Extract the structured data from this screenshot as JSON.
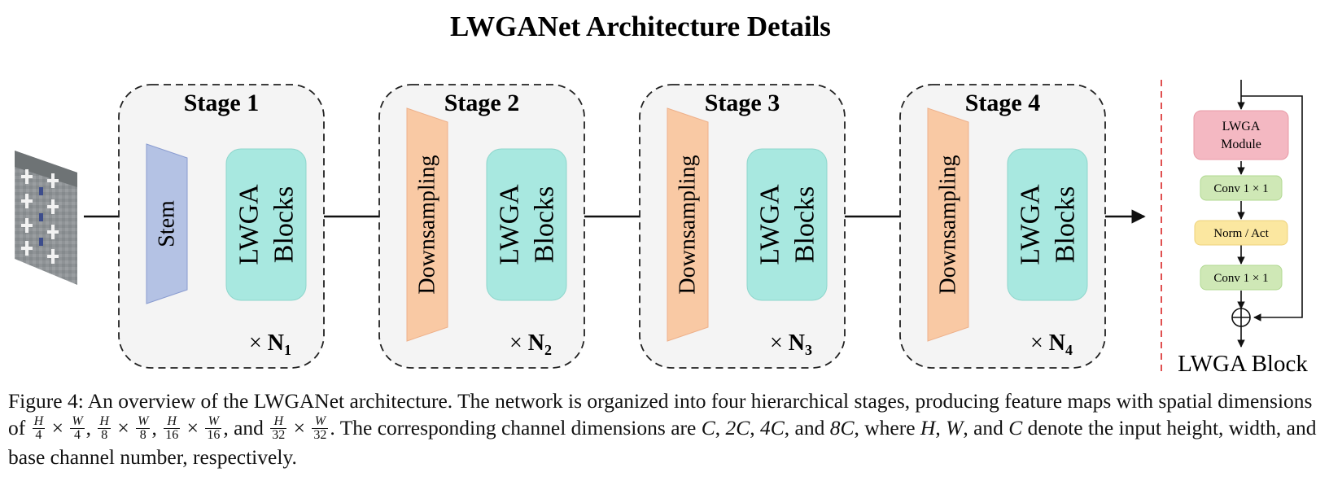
{
  "title": "LWGANet Architecture Details",
  "stages": [
    {
      "label": "Stage 1",
      "first_block": "Stem",
      "blocks_line1": "LWGA",
      "blocks_line2": "Blocks",
      "repeat_prefix": "× ",
      "repeat_symbol": "N",
      "repeat_sub": "1"
    },
    {
      "label": "Stage 2",
      "first_block": "Downsampling",
      "blocks_line1": "LWGA",
      "blocks_line2": "Blocks",
      "repeat_prefix": "× ",
      "repeat_symbol": "N",
      "repeat_sub": "2"
    },
    {
      "label": "Stage 3",
      "first_block": "Downsampling",
      "blocks_line1": "LWGA",
      "blocks_line2": "Blocks",
      "repeat_prefix": "× ",
      "repeat_symbol": "N",
      "repeat_sub": "3"
    },
    {
      "label": "Stage 4",
      "first_block": "Downsampling",
      "blocks_line1": "LWGA",
      "blocks_line2": "Blocks",
      "repeat_prefix": "× ",
      "repeat_symbol": "N",
      "repeat_sub": "4"
    }
  ],
  "block_detail": {
    "module_line1": "LWGA",
    "module_line2": "Module",
    "conv1": "Conv 1 × 1",
    "norm": "Norm / Act",
    "conv2": "Conv 1 × 1",
    "label": "LWGA Block"
  },
  "caption": {
    "p1": "Figure 4: An overview of the LWGANet architecture. The network is organized into four hierarchical stages, producing feature maps with spatial dimensions of ",
    "f1n": "H",
    "f1d": "4",
    "x1": " × ",
    "f2n": "W",
    "f2d": "4",
    "c1": ", ",
    "f3n": "H",
    "f3d": "8",
    "x2": " × ",
    "f4n": "W",
    "f4d": "8",
    "c2": ", ",
    "f5n": "H",
    "f5d": "16",
    "x3": " × ",
    "f6n": "W",
    "f6d": "16",
    "c3": ", and ",
    "f7n": "H",
    "f7d": "32",
    "x4": " × ",
    "f8n": "W",
    "f8d": "32",
    "p2": ". The corresponding channel dimensions are ",
    "ch1": "C",
    "s1": ", ",
    "ch2": "2C",
    "s2": ", ",
    "ch3": "4C",
    "s3": ", and ",
    "ch4": "8C",
    "p3": ", where ",
    "v1": "H",
    "s4": ", ",
    "v2": "W",
    "s5": ", and ",
    "v3": "C",
    "p4": " denote the input height, width, and base channel number, respectively."
  },
  "colors": {
    "stem": "#b4c2e4",
    "downsampling": "#f9c9a4",
    "lwga_blocks": "#a8e8e0",
    "lwga_module": "#f4b8c2",
    "conv": "#cfe8b6",
    "norm": "#fbe7a0",
    "stage_bg": "#f4f4f4",
    "divider": "#e05050"
  },
  "icons": {
    "input_image": "aerial-airport-image-icon",
    "residual_add": "circled-plus-icon"
  }
}
